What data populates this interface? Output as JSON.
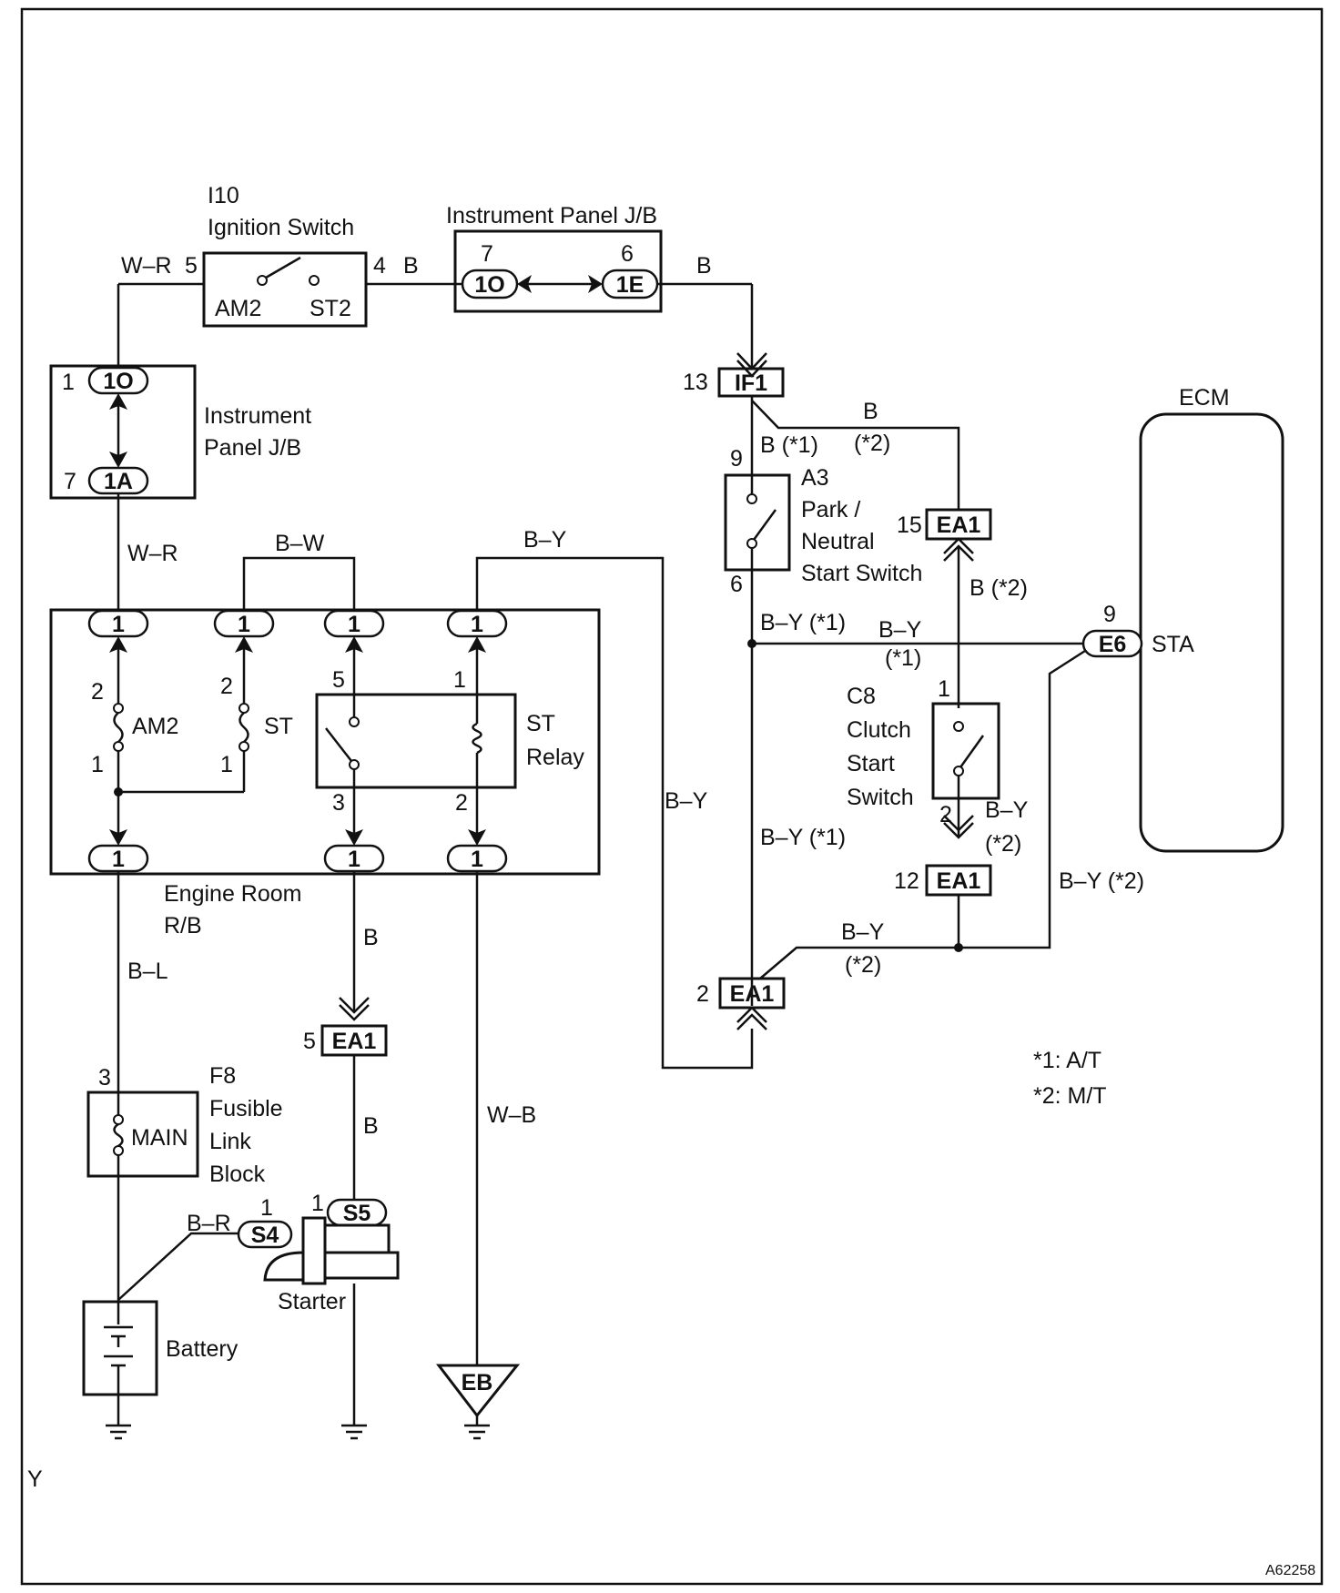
{
  "ignition_switch": {
    "code": "I10",
    "name": "Ignition Switch",
    "pin_am2": "AM2",
    "pin_st2": "ST2",
    "pin5": "5",
    "pin4": "4"
  },
  "ip_jb_top": {
    "name": "Instrument Panel J/B",
    "pin7": "7",
    "pin6": "6",
    "conn_1o": "1O",
    "conn_1e": "1E"
  },
  "ip_jb_left": {
    "name_line1": "Instrument",
    "name_line2": "Panel J/B",
    "pin1": "1",
    "pin7": "7",
    "conn_1o": "1O",
    "conn_1a": "1A"
  },
  "engine_room_rb": {
    "name_line1": "Engine Room",
    "name_line2": "R/B",
    "conn": "1",
    "fuse_am2": "AM2",
    "fuse_st": "ST",
    "relay_line1": "ST",
    "relay_line2": "Relay",
    "pin2a": "2",
    "pin1a": "1",
    "pin2b": "2",
    "pin1b": "1",
    "pin5": "5",
    "pin1c": "1",
    "pin3": "3",
    "pin2c": "2"
  },
  "park_neutral": {
    "code": "A3",
    "line1": "Park /",
    "line2": "Neutral",
    "line3": "Start Switch",
    "pin9": "9",
    "pin6": "6"
  },
  "clutch_switch": {
    "code": "C8",
    "line1": "Clutch",
    "line2": "Start",
    "line3": "Switch",
    "pin1": "1",
    "pin2": "2"
  },
  "ecm": {
    "name": "ECM",
    "pin9": "9",
    "conn": "E6",
    "terminal": "STA"
  },
  "connectors": {
    "if1": "IF1",
    "if1_pin": "13",
    "ea1": "EA1",
    "ea1_pin15": "15",
    "ea1_pin12": "12",
    "ea1_pin2": "2",
    "ea1_pin5": "5"
  },
  "fusible_link": {
    "code": "F8",
    "line1": "Fusible",
    "line2": "Link",
    "line3": "Block",
    "fuse": "MAIN",
    "pin3": "3"
  },
  "starter": {
    "name": "Starter",
    "s4": "S4",
    "s5": "S5",
    "pin1a": "1",
    "pin1b": "1"
  },
  "battery": {
    "name": "Battery"
  },
  "ground": {
    "eb": "EB"
  },
  "wires": {
    "wr_top": "W–R",
    "b_ign": "B",
    "b_jb": "B",
    "b_if1": "B",
    "b_star2": "(*2)",
    "b_star1": "B (*1)",
    "wr_mid": "W–R",
    "bw": "B–W",
    "by_top": "B–Y",
    "b_star2b": "B (*2)",
    "by_star1a": "B–Y (*1)",
    "by_ecm": "B–Y",
    "star1": "(*1)",
    "by_mid": "B–Y",
    "by_star1b": "B–Y (*1)",
    "by_c8": "B–Y",
    "star2a": "(*2)",
    "by_star2": "B–Y (*2)",
    "by_bottom": "B–Y",
    "star2b": "(*2)",
    "bl": "B–L",
    "b_st1": "B",
    "b_st2": "B",
    "wb": "W–B",
    "br": "B–R"
  },
  "notes": {
    "note1": "*1: A/T",
    "note2": "*2: M/T"
  },
  "margin_mark": "Y",
  "figure_id": "A62258"
}
